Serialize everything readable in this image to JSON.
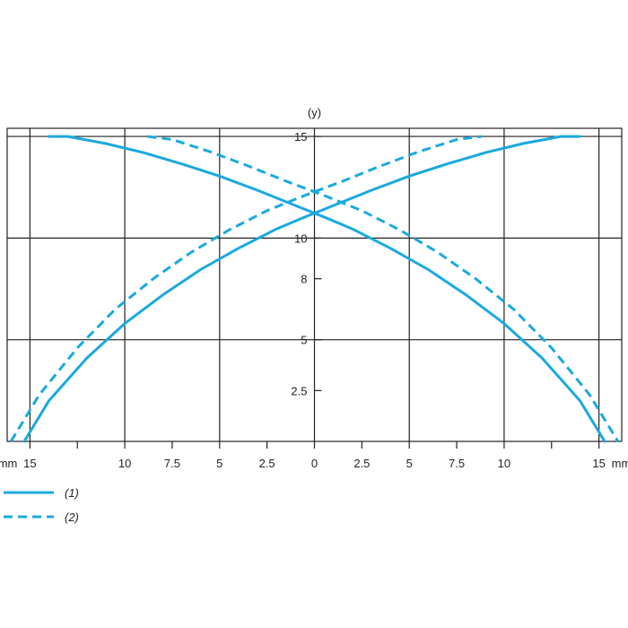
{
  "chart_data": {
    "type": "line",
    "title": "",
    "ylabel": "(y)",
    "xlabel": "",
    "x_unit_left": "mm",
    "x_unit_right": "mm",
    "xlim": [
      -16.2,
      16.2
    ],
    "ylim": [
      0,
      15.4
    ],
    "x_ticks": [
      {
        "value": -15,
        "label": "15"
      },
      {
        "value": -10,
        "label": "10"
      },
      {
        "value": -7.5,
        "label": "7.5"
      },
      {
        "value": -5,
        "label": "5"
      },
      {
        "value": -2.5,
        "label": "2.5"
      },
      {
        "value": 0,
        "label": "0"
      },
      {
        "value": 2.5,
        "label": "2.5"
      },
      {
        "value": 5,
        "label": "5"
      },
      {
        "value": 7.5,
        "label": "7.5"
      },
      {
        "value": 10,
        "label": "10"
      },
      {
        "value": 15,
        "label": "15"
      }
    ],
    "x_minor_ticks": [
      -12.5,
      12.5
    ],
    "y_ticks": [
      {
        "value": 2.5,
        "label": "2.5"
      },
      {
        "value": 5,
        "label": "5"
      },
      {
        "value": 8,
        "label": "8"
      },
      {
        "value": 10,
        "label": "10"
      },
      {
        "value": 15,
        "label": "15"
      }
    ],
    "x_gridlines": [
      -15,
      -10,
      -5,
      0,
      5,
      10,
      15
    ],
    "y_gridlines": [
      5,
      10,
      15
    ],
    "grid": true,
    "legend_position": "bottom-left",
    "series": [
      {
        "name": "(1)",
        "style": "solid",
        "color": "#1aa9df",
        "x": [
          -15.3,
          -14,
          -12,
          -10,
          -8,
          -6,
          -4,
          -2,
          -0.6,
          1,
          3,
          5,
          7,
          9,
          11,
          13,
          14.0
        ],
        "y": [
          0,
          2.0,
          4.1,
          5.8,
          7.2,
          8.45,
          9.5,
          10.45,
          11.0,
          11.6,
          12.35,
          13.05,
          13.65,
          14.2,
          14.65,
          15.0,
          15.0
        ]
      },
      {
        "name": "(1)",
        "style": "solid",
        "color": "#1aa9df",
        "x": [
          -14.0,
          -13,
          -11,
          -9,
          -7,
          -5,
          -3,
          -1,
          0.6,
          2,
          4,
          6,
          8,
          10,
          12,
          14,
          15.3
        ],
        "y": [
          15.0,
          15.0,
          14.65,
          14.2,
          13.65,
          13.05,
          12.35,
          11.6,
          11.0,
          10.45,
          9.5,
          8.45,
          7.2,
          5.8,
          4.1,
          2.0,
          0
        ]
      },
      {
        "name": "(2)",
        "style": "dashed",
        "color": "#1aa9df",
        "x": [
          -16.0,
          -14.5,
          -12.5,
          -10.5,
          -8.5,
          -6.5,
          -4.5,
          -2.5,
          -0.5,
          1.5,
          3.5,
          5.5,
          7.5,
          8.8
        ],
        "y": [
          0,
          2.3,
          4.6,
          6.5,
          8.0,
          9.3,
          10.4,
          11.35,
          12.1,
          12.8,
          13.55,
          14.25,
          14.85,
          15.0
        ]
      },
      {
        "name": "(2)",
        "style": "dashed",
        "color": "#1aa9df",
        "x": [
          -8.8,
          -7.5,
          -5.5,
          -3.5,
          -1.5,
          0.5,
          2.5,
          4.5,
          6.5,
          8.5,
          10.5,
          12.5,
          14.5,
          16.0
        ],
        "y": [
          15.0,
          14.85,
          14.25,
          13.55,
          12.8,
          12.1,
          11.35,
          10.4,
          9.3,
          8.0,
          6.5,
          4.6,
          2.3,
          0
        ]
      }
    ],
    "legend": [
      {
        "label": "(1)",
        "style": "solid",
        "color": "#1aa9df"
      },
      {
        "label": "(2)",
        "style": "dashed",
        "color": "#1aa9df"
      }
    ]
  }
}
